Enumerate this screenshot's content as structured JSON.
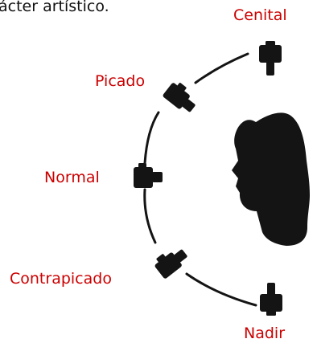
{
  "caption_fragment": "ácter artístico.",
  "colors": {
    "label": "#cc0000",
    "silhouette": "#141414",
    "arc": "#141414"
  },
  "angles": [
    {
      "key": "cenital",
      "label": "Cenital"
    },
    {
      "key": "picado",
      "label": "Picado"
    },
    {
      "key": "normal",
      "label": "Normal"
    },
    {
      "key": "contrapicado",
      "label": "Contrapicado"
    },
    {
      "key": "nadir",
      "label": "Nadir"
    }
  ],
  "icons": {
    "camera": "camera-icon",
    "head": "head-silhouette-icon"
  }
}
